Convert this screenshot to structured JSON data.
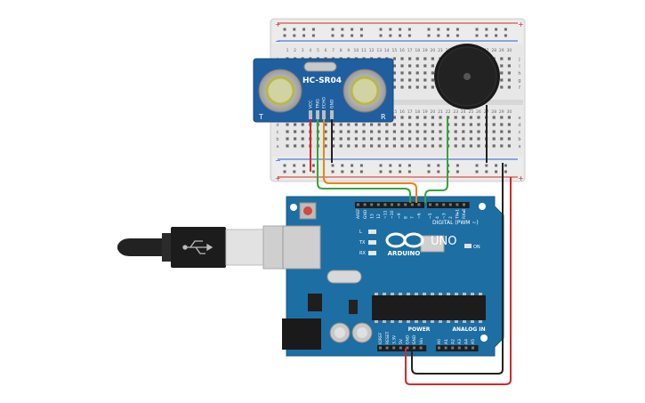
{
  "sensor": {
    "model": "HC-SR04",
    "pins": [
      "VCC",
      "TRIG",
      "ECHO",
      "GND"
    ],
    "corner_left": "T",
    "corner_right": "R"
  },
  "breadboard": {
    "plus": "+",
    "minus": "−",
    "row_letters_upper": [
      "j",
      "i",
      "h",
      "g",
      "f"
    ],
    "row_letters_lower": [
      "e",
      "d",
      "c",
      "b",
      "a"
    ],
    "column_numbers": [
      "1",
      "2",
      "3",
      "4",
      "5",
      "6",
      "7",
      "8",
      "9",
      "10",
      "11",
      "12",
      "13",
      "14",
      "15",
      "16",
      "17",
      "18",
      "19",
      "20",
      "21",
      "22",
      "23",
      "24",
      "25",
      "26",
      "27",
      "28",
      "29",
      "30"
    ]
  },
  "arduino": {
    "brand": "ARDUINO",
    "model": "UNO",
    "digital_label": "DIGITAL (PWM ~)",
    "power_label": "POWER",
    "analog_label": "ANALOG IN",
    "on_label": "ON",
    "led_labels": [
      "L",
      "TX",
      "RX"
    ],
    "digital_pins": [
      "AREF",
      "GND",
      "13",
      "12",
      "~11",
      "~10",
      "~9",
      "8",
      "7",
      "~6",
      "~5",
      "4",
      "~3",
      "2",
      "TX▸1",
      "RX◂0"
    ],
    "power_pins": [
      "IOREF",
      "RESET",
      "3.3V",
      "5V",
      "GND",
      "GND",
      "Vin"
    ],
    "analog_pins": [
      "A0",
      "A1",
      "A2",
      "A3",
      "A4",
      "A5"
    ]
  },
  "colors": {
    "board_blue": "#1d6ea3",
    "wire_red": "#d42a2a",
    "wire_black": "#222222",
    "wire_green": "#36a63a",
    "wire_orange": "#e8870f"
  }
}
